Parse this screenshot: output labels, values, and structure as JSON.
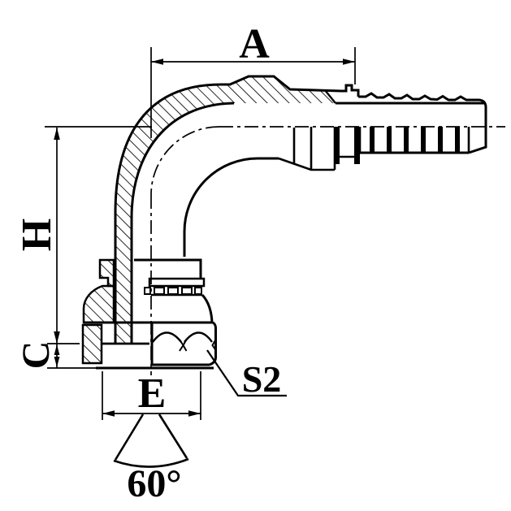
{
  "drawing": {
    "kind": "technical-drawing",
    "subject": "90-degree female swivel elbow hose fitting, half section",
    "colors": {
      "line": "#000000",
      "background": "#ffffff"
    },
    "labels": {
      "dim_a": "A",
      "dim_h": "H",
      "dim_c": "C",
      "dim_e": "E",
      "hex_size": "S2",
      "cone_angle": "60°"
    }
  }
}
